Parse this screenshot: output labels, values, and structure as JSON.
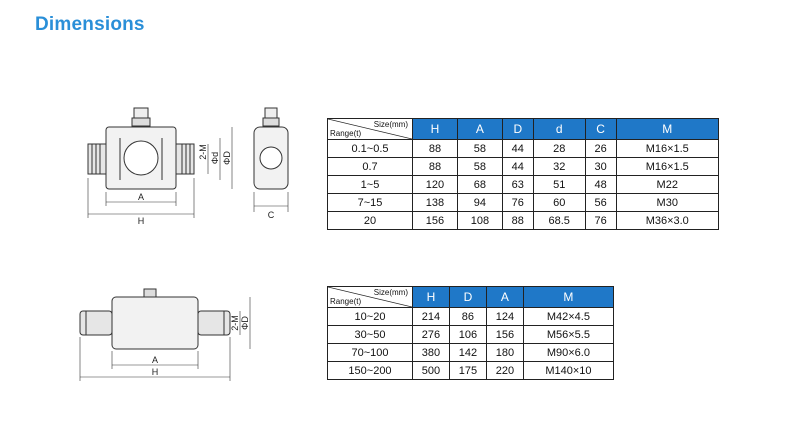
{
  "title": "Dimensions",
  "table1": {
    "corner_size": "Size(mm)",
    "corner_range": "Range(t)",
    "headers": [
      "H",
      "A",
      "D",
      "d",
      "C",
      "M"
    ],
    "rows": [
      [
        "0.1~0.5",
        "88",
        "58",
        "44",
        "28",
        "26",
        "M16×1.5"
      ],
      [
        "0.7",
        "88",
        "58",
        "44",
        "32",
        "30",
        "M16×1.5"
      ],
      [
        "1~5",
        "120",
        "68",
        "63",
        "51",
        "48",
        "M22"
      ],
      [
        "7~15",
        "138",
        "94",
        "76",
        "60",
        "56",
        "M30"
      ],
      [
        "20",
        "156",
        "108",
        "88",
        "68.5",
        "76",
        "M36×3.0"
      ]
    ]
  },
  "table2": {
    "corner_size": "Size(mm)",
    "corner_range": "Range(t)",
    "headers": [
      "H",
      "D",
      "A",
      "M"
    ],
    "rows": [
      [
        "10~20",
        "214",
        "86",
        "124",
        "M42×4.5"
      ],
      [
        "30~50",
        "276",
        "106",
        "156",
        "M56×5.5"
      ],
      [
        "70~100",
        "380",
        "142",
        "180",
        "M90×6.0"
      ],
      [
        "150~200",
        "500",
        "175",
        "220",
        "M140×10"
      ]
    ]
  },
  "drawing1": {
    "label_a": "A",
    "label_h": "H",
    "label_2m": "2-M",
    "label_phid": "Φd",
    "label_phiD": "ΦD",
    "label_c": "C"
  },
  "drawing2": {
    "label_a": "A",
    "label_h": "H",
    "label_2m": "2-M",
    "label_phiD": "ΦD"
  },
  "colors": {
    "title": "#2a8fd8",
    "header_bg": "#1f78c8"
  }
}
